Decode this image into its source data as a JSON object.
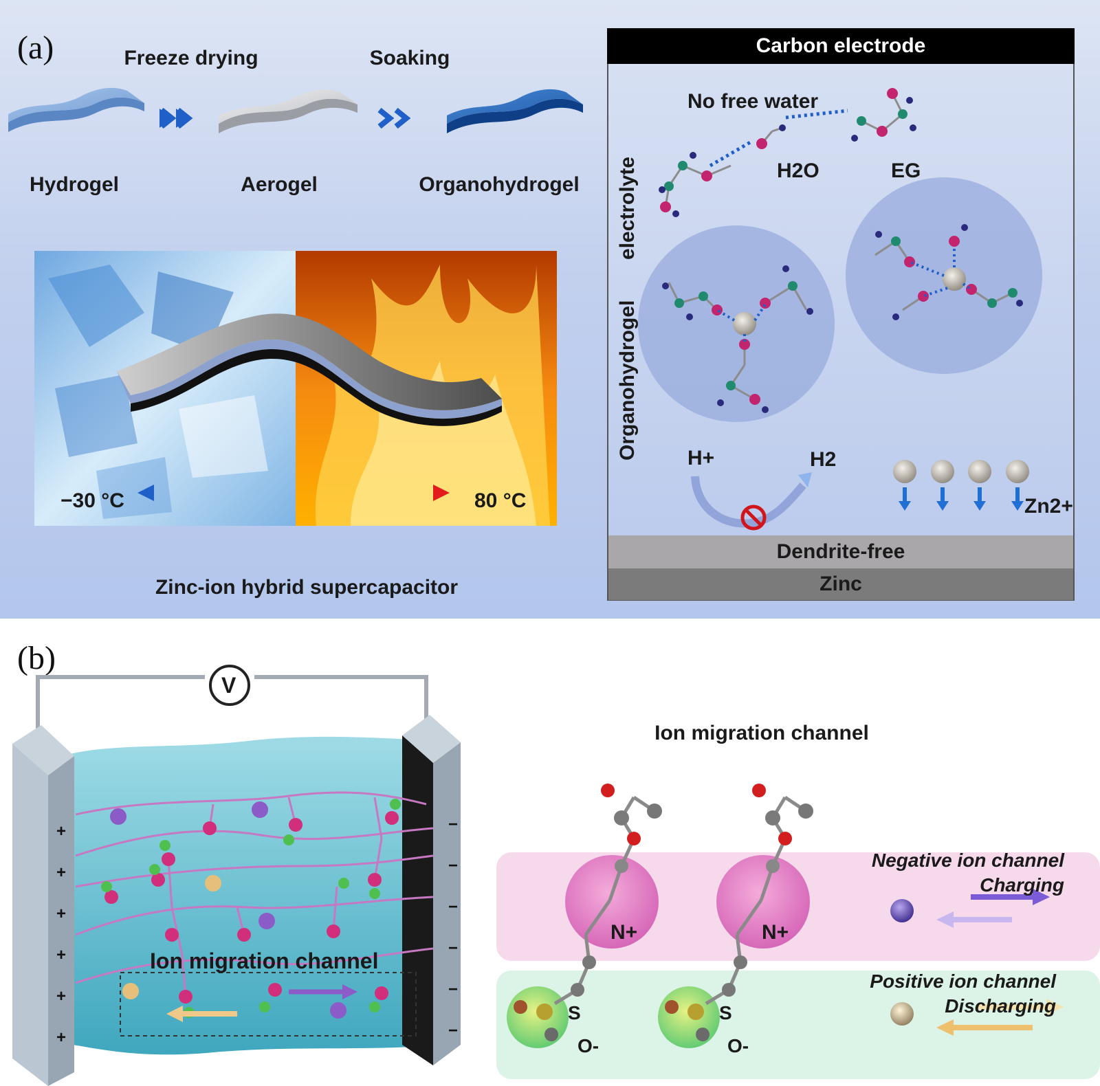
{
  "panel_a": {
    "label": "(a)",
    "steps": [
      "Freeze drying",
      "Soaking"
    ],
    "materials": [
      "Hydrogel",
      "Aerogel",
      "Organohydrogel"
    ],
    "temp_low": "−30 °C",
    "temp_high": "80 °C",
    "device_caption": "Zinc-ion hybrid supercapacitor",
    "carbon_electrode": "Carbon electrode",
    "no_free_water": "No free water",
    "h2o": "H2O",
    "eg": "EG",
    "side_label_1": "Organohydrogel",
    "side_label_2": "electrolyte",
    "h_plus": "H+",
    "h2": "H2",
    "zn2plus": "Zn2+",
    "dendrite_free": "Dendrite-free",
    "zinc": "Zinc"
  },
  "panel_b": {
    "label": "(b)",
    "voltmeter": "V",
    "cell_channel": "Ion migration channel",
    "channel_title": "Ion migration channel",
    "negative_channel": "Negative ion channel",
    "charging": "Charging",
    "positive_channel": "Positive ion channel",
    "discharging": "Discharging",
    "n_plus": "N+",
    "s_label": "S",
    "o_minus": "O-",
    "plus_sign": "+",
    "minus_sign": "−"
  },
  "colors": {
    "panel_a_bg": "#c2d0ee",
    "arrow_blue": "#1f5fc8",
    "gel_blue": "#2f6fbf",
    "negative_band": "#f7d9ec",
    "positive_band": "#dcf3e7",
    "electrolyte": "#6cc3d5",
    "polymer_chain": "#c778c2",
    "anion_purple": "#7b5bd6",
    "cation_gold": "#e8c27a"
  }
}
